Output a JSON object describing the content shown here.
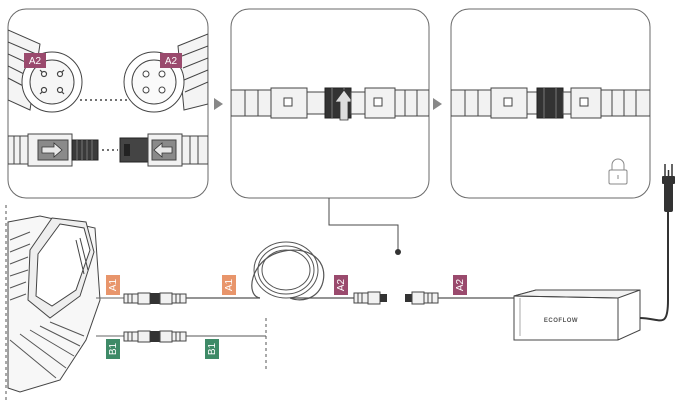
{
  "labels": {
    "a1": "A1",
    "a2": "A2",
    "b1": "B1"
  },
  "brand": "ECOFLOW",
  "colors": {
    "a1": "#e8956b",
    "a2": "#9a4a6d",
    "b1": "#3e8a67",
    "panel_border": "#6a6a6a",
    "line": "#4a4a4a",
    "connector_light": "#f2f2f2",
    "connector_dark": "#333333",
    "arrow": "#888888"
  },
  "icons": {
    "step_arrow": "triangle-right-icon",
    "lock": "lock-icon",
    "plug": "power-plug-icon",
    "insert_arrow": "insert-arrow-icon"
  }
}
